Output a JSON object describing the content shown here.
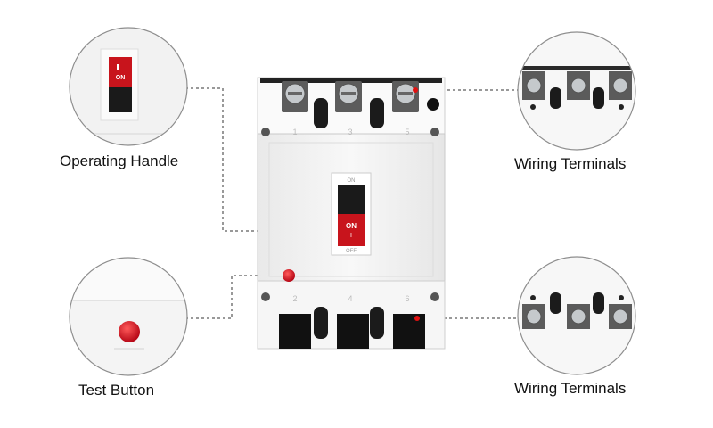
{
  "callouts": {
    "operating_handle": "Operating Handle",
    "test_button": "Test Button",
    "wiring_terminals_top": "Wiring Terminals",
    "wiring_terminals_bottom": "Wiring Terminals"
  },
  "breaker": {
    "handle_on_text": "ON",
    "handle_one_text": "I",
    "handle_top_marking": "ON",
    "handle_bottom_marking": "OFF",
    "top_pole_numbers": [
      "1",
      "3",
      "5"
    ],
    "bottom_pole_numbers": [
      "2",
      "4",
      "6"
    ]
  },
  "colors": {
    "handle_red": "#c8141c",
    "test_button_red": "#d0111b",
    "body_white": "#f4f4f4",
    "outline_gray": "#9a9a9a"
  }
}
